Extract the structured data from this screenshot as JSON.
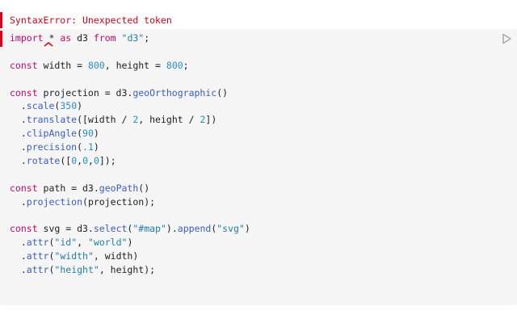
{
  "error": {
    "message": "SyntaxError: Unexpected token"
  },
  "cell": {
    "run_icon": "play-icon"
  },
  "code_lines": [
    [
      {
        "t": "import",
        "c": "kw"
      },
      {
        "t": " * ",
        "c": "pn"
      },
      {
        "t": "as",
        "c": "kw"
      },
      {
        "t": " d3 ",
        "c": "pn"
      },
      {
        "t": "from",
        "c": "kw"
      },
      {
        "t": " ",
        "c": "pn"
      },
      {
        "t": "\"d3\"",
        "c": "str"
      },
      {
        "t": ";",
        "c": "pn"
      }
    ],
    [],
    [
      {
        "t": "const",
        "c": "kw"
      },
      {
        "t": " width = ",
        "c": "pn"
      },
      {
        "t": "800",
        "c": "num"
      },
      {
        "t": ", height = ",
        "c": "pn"
      },
      {
        "t": "800",
        "c": "num"
      },
      {
        "t": ";",
        "c": "pn"
      }
    ],
    [],
    [
      {
        "t": "const",
        "c": "kw"
      },
      {
        "t": " projection = d3.",
        "c": "pn"
      },
      {
        "t": "geoOrthographic",
        "c": "fn"
      },
      {
        "t": "()",
        "c": "pn"
      }
    ],
    [
      {
        "t": "  .",
        "c": "pn"
      },
      {
        "t": "scale",
        "c": "fn"
      },
      {
        "t": "(",
        "c": "pn"
      },
      {
        "t": "350",
        "c": "num"
      },
      {
        "t": ")",
        "c": "pn"
      }
    ],
    [
      {
        "t": "  .",
        "c": "pn"
      },
      {
        "t": "translate",
        "c": "fn"
      },
      {
        "t": "([width / ",
        "c": "pn"
      },
      {
        "t": "2",
        "c": "num"
      },
      {
        "t": ", height / ",
        "c": "pn"
      },
      {
        "t": "2",
        "c": "num"
      },
      {
        "t": "])",
        "c": "pn"
      }
    ],
    [
      {
        "t": "  .",
        "c": "pn"
      },
      {
        "t": "clipAngle",
        "c": "fn"
      },
      {
        "t": "(",
        "c": "pn"
      },
      {
        "t": "90",
        "c": "num"
      },
      {
        "t": ")",
        "c": "pn"
      }
    ],
    [
      {
        "t": "  .",
        "c": "pn"
      },
      {
        "t": "precision",
        "c": "fn"
      },
      {
        "t": "(",
        "c": "pn"
      },
      {
        "t": ".1",
        "c": "num"
      },
      {
        "t": ")",
        "c": "pn"
      }
    ],
    [
      {
        "t": "  .",
        "c": "pn"
      },
      {
        "t": "rotate",
        "c": "fn"
      },
      {
        "t": "([",
        "c": "pn"
      },
      {
        "t": "0",
        "c": "num"
      },
      {
        "t": ",",
        "c": "pn"
      },
      {
        "t": "0",
        "c": "num"
      },
      {
        "t": ",",
        "c": "pn"
      },
      {
        "t": "0",
        "c": "num"
      },
      {
        "t": "]);",
        "c": "pn"
      }
    ],
    [],
    [
      {
        "t": "const",
        "c": "kw"
      },
      {
        "t": " path = d3.",
        "c": "pn"
      },
      {
        "t": "geoPath",
        "c": "fn"
      },
      {
        "t": "()",
        "c": "pn"
      }
    ],
    [
      {
        "t": "  .",
        "c": "pn"
      },
      {
        "t": "projection",
        "c": "fn"
      },
      {
        "t": "(projection);",
        "c": "pn"
      }
    ],
    [],
    [
      {
        "t": "const",
        "c": "kw"
      },
      {
        "t": " svg = d3.",
        "c": "pn"
      },
      {
        "t": "select",
        "c": "fn"
      },
      {
        "t": "(",
        "c": "pn"
      },
      {
        "t": "\"#map\"",
        "c": "str"
      },
      {
        "t": ").",
        "c": "pn"
      },
      {
        "t": "append",
        "c": "fn"
      },
      {
        "t": "(",
        "c": "pn"
      },
      {
        "t": "\"svg\"",
        "c": "str"
      },
      {
        "t": ")",
        "c": "pn"
      }
    ],
    [
      {
        "t": "  .",
        "c": "pn"
      },
      {
        "t": "attr",
        "c": "fn"
      },
      {
        "t": "(",
        "c": "pn"
      },
      {
        "t": "\"id\"",
        "c": "str"
      },
      {
        "t": ", ",
        "c": "pn"
      },
      {
        "t": "\"world\"",
        "c": "str"
      },
      {
        "t": ")",
        "c": "pn"
      }
    ],
    [
      {
        "t": "  .",
        "c": "pn"
      },
      {
        "t": "attr",
        "c": "fn"
      },
      {
        "t": "(",
        "c": "pn"
      },
      {
        "t": "\"width\"",
        "c": "str"
      },
      {
        "t": ", width)",
        "c": "pn"
      }
    ],
    [
      {
        "t": "  .",
        "c": "pn"
      },
      {
        "t": "attr",
        "c": "fn"
      },
      {
        "t": "(",
        "c": "pn"
      },
      {
        "t": "\"height\"",
        "c": "str"
      },
      {
        "t": ", height);",
        "c": "pn"
      }
    ]
  ]
}
